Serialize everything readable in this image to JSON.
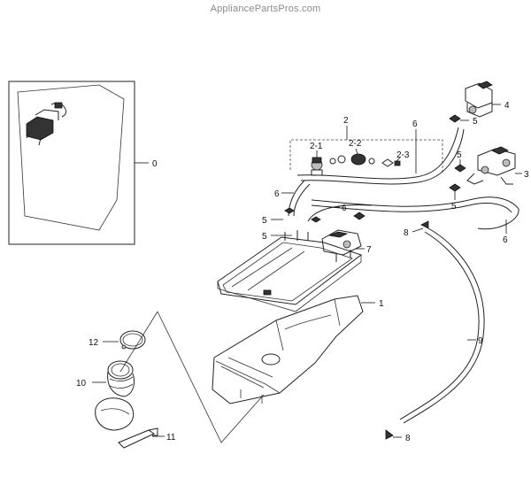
{
  "watermark": "AppliancePartsPros.com",
  "callouts": {
    "c0": "0",
    "c1": "1",
    "c2": "2",
    "c2_1": "2-1",
    "c2_2": "2-2",
    "c2_3": "2-3",
    "c3": "3",
    "c4": "4",
    "c5a": "5",
    "c5b": "5",
    "c5c": "5",
    "c5d": "5",
    "c6a": "6",
    "c6b": "6",
    "c6c": "6",
    "c6d": "6",
    "c7": "7",
    "c8a": "8",
    "c8b": "8",
    "c9": "9",
    "c10": "10",
    "c11": "11",
    "c12": "12"
  }
}
